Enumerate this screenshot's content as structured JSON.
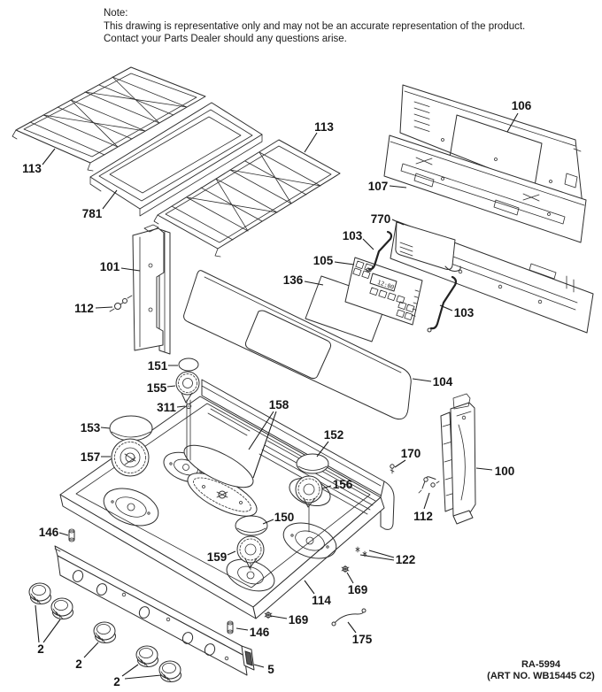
{
  "note": {
    "label": "Note:",
    "line1": "This drawing is representative only and may not be an accurate representation of the product.",
    "line2": "Contact your Parts Dealer should any questions arise."
  },
  "footer": {
    "doc_ref": "RA-5994",
    "art_no": "(ART NO. WB15445 C2)"
  },
  "control_display": {
    "clock": "12:00"
  },
  "callouts": [
    {
      "part": "grate-left",
      "text": "113"
    },
    {
      "part": "griddle",
      "text": "781"
    },
    {
      "part": "grate-right",
      "text": "113"
    },
    {
      "part": "rear-panel-upper",
      "text": "106"
    },
    {
      "part": "rear-panel-mid",
      "text": "107"
    },
    {
      "part": "rear-cover",
      "text": "770"
    },
    {
      "part": "bracket-left",
      "text": "103"
    },
    {
      "part": "control-board",
      "text": "105"
    },
    {
      "part": "glass-overlay",
      "text": "136"
    },
    {
      "part": "bracket-right",
      "text": "103"
    },
    {
      "part": "backsplash-glass",
      "text": "104"
    },
    {
      "part": "side-trim-left",
      "text": "101"
    },
    {
      "part": "screw-left",
      "text": "112"
    },
    {
      "part": "burner-cap-small",
      "text": "151"
    },
    {
      "part": "burner-head-small",
      "text": "155"
    },
    {
      "part": "orifice",
      "text": "311"
    },
    {
      "part": "burner-cap-left",
      "text": "153"
    },
    {
      "part": "burner-head-left",
      "text": "157"
    },
    {
      "part": "griddle-burner",
      "text": "158"
    },
    {
      "part": "burner-cap-right",
      "text": "152"
    },
    {
      "part": "burner-head-right",
      "text": "156"
    },
    {
      "part": "screw-170",
      "text": "170"
    },
    {
      "part": "side-trim-right",
      "text": "100"
    },
    {
      "part": "screw-right",
      "text": "112"
    },
    {
      "part": "burner-cap-center",
      "text": "150"
    },
    {
      "part": "burner-head-center",
      "text": "159"
    },
    {
      "part": "spacer-left",
      "text": "146"
    },
    {
      "part": "screws-122",
      "text": "122"
    },
    {
      "part": "screw-169-right",
      "text": "169"
    },
    {
      "part": "main-top",
      "text": "114"
    },
    {
      "part": "screw-169-front",
      "text": "169"
    },
    {
      "part": "igniter-wire",
      "text": "175"
    },
    {
      "part": "knob-pair-left",
      "text": "2"
    },
    {
      "part": "knob-center",
      "text": "2"
    },
    {
      "part": "knob-pair-right",
      "text": "2"
    },
    {
      "part": "spacer-right",
      "text": "146"
    },
    {
      "part": "manifold-panel",
      "text": "5"
    }
  ]
}
